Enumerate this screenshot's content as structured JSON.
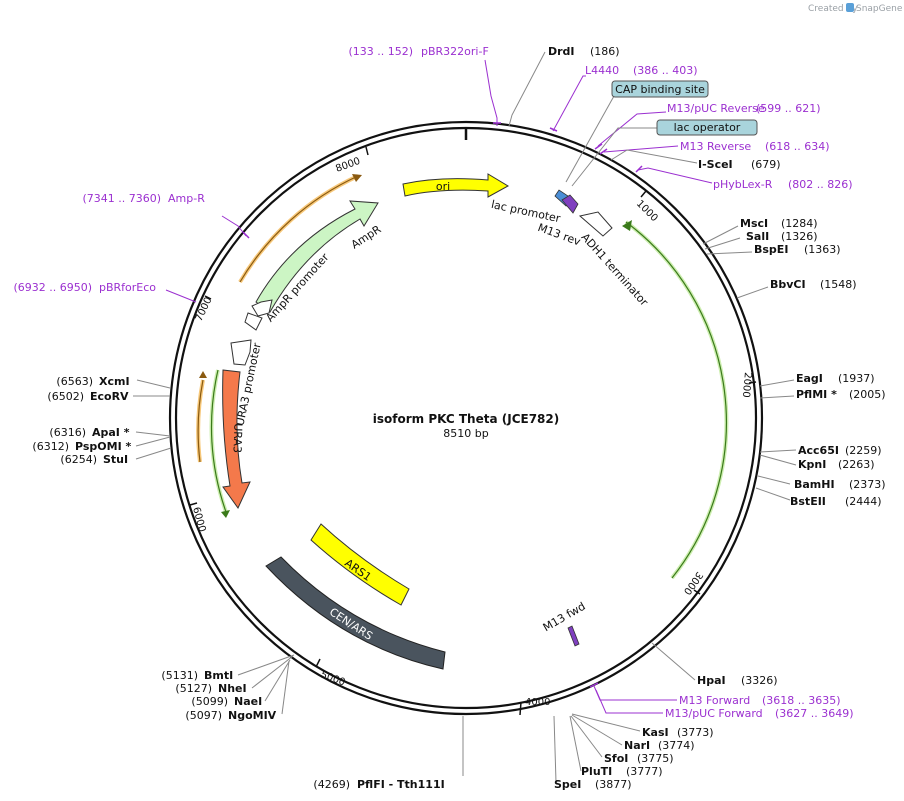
{
  "brand": {
    "created_by": "Created by",
    "app": "SnapGene"
  },
  "plasmid": {
    "name": "isoform PKC Theta (JCE782)",
    "length": "8510 bp"
  },
  "ticks": [
    "1000",
    "2000",
    "3000",
    "4000",
    "5000",
    "6000",
    "7000",
    "8000"
  ],
  "features": [
    {
      "name": "ori",
      "color": "#ffff00"
    },
    {
      "name": "AmpR",
      "color": "#ccf5c4"
    },
    {
      "name": "AmpR promoter",
      "color": "#ffffff"
    },
    {
      "name": "lac promoter",
      "color": "#ffffff"
    },
    {
      "name": "M13 rev",
      "color": "#ffffff"
    },
    {
      "name": "ADH1 terminator",
      "color": "#ffffff"
    },
    {
      "name": "URA3 promoter",
      "color": "#ffffff"
    },
    {
      "name": "URA3",
      "color": "#f4794b"
    },
    {
      "name": "ARS1",
      "color": "#ffff00"
    },
    {
      "name": "CEN/ARS",
      "color": "#4a545e"
    },
    {
      "name": "M13 fwd",
      "color": "#7f3fbf"
    }
  ],
  "boxed_labels": [
    {
      "name": "CAP binding site",
      "color": "#a9d4dc"
    },
    {
      "name": "lac operator",
      "color": "#a9d4dc"
    }
  ],
  "primers": [
    {
      "name": "pBR322ori-F",
      "range": "(133 .. 152)"
    },
    {
      "name": "L4440",
      "range": "(386 .. 403)"
    },
    {
      "name": "M13/pUC Reverse",
      "range": "(599 .. 621)"
    },
    {
      "name": "M13 Reverse",
      "range": "(618 .. 634)"
    },
    {
      "name": "pHybLex-R",
      "range": "(802 .. 826)"
    },
    {
      "name": "Amp-R",
      "range": "(7341 .. 7360)"
    },
    {
      "name": "pBRforEco",
      "range": "(6932 .. 6950)"
    },
    {
      "name": "M13 Forward",
      "range": "(3618 .. 3635)"
    },
    {
      "name": "M13/pUC Forward",
      "range": "(3627 .. 3649)"
    }
  ],
  "enzymes_right": [
    {
      "name": "DrdI",
      "pos": "(186)"
    },
    {
      "name": "I-SceI",
      "pos": "(679)"
    },
    {
      "name": "MscI",
      "pos": "(1284)"
    },
    {
      "name": "SalI",
      "pos": "(1326)"
    },
    {
      "name": "BspEI",
      "pos": "(1363)"
    },
    {
      "name": "BbvCI",
      "pos": "(1548)"
    },
    {
      "name": "EagI",
      "pos": "(1937)"
    },
    {
      "name": "PflMI *",
      "pos": "(2005)"
    },
    {
      "name": "Acc65I",
      "pos": "(2259)"
    },
    {
      "name": "KpnI",
      "pos": "(2263)"
    },
    {
      "name": "BamHI",
      "pos": "(2373)"
    },
    {
      "name": "BstEII",
      "pos": "(2444)"
    },
    {
      "name": "HpaI",
      "pos": "(3326)"
    },
    {
      "name": "KasI",
      "pos": "(3773)"
    },
    {
      "name": "NarI",
      "pos": "(3774)"
    },
    {
      "name": "SfoI",
      "pos": "(3775)"
    },
    {
      "name": "PluTI",
      "pos": "(3777)"
    },
    {
      "name": "SpeI",
      "pos": "(3877)"
    }
  ],
  "enzymes_left": [
    {
      "name": "XcmI",
      "pos": "(6563)"
    },
    {
      "name": "EcoRV",
      "pos": "(6502)"
    },
    {
      "name": "ApaI *",
      "pos": "(6316)"
    },
    {
      "name": "PspOMI *",
      "pos": "(6312)"
    },
    {
      "name": "StuI",
      "pos": "(6254)"
    },
    {
      "name": "BmtI",
      "pos": "(5131)"
    },
    {
      "name": "NheI",
      "pos": "(5127)"
    },
    {
      "name": "NaeI",
      "pos": "(5099)"
    },
    {
      "name": "NgoMIV",
      "pos": "(5097)"
    }
  ],
  "bottom_enzyme": {
    "pos": "(4269)",
    "name": "PflFI - Tth111I"
  }
}
